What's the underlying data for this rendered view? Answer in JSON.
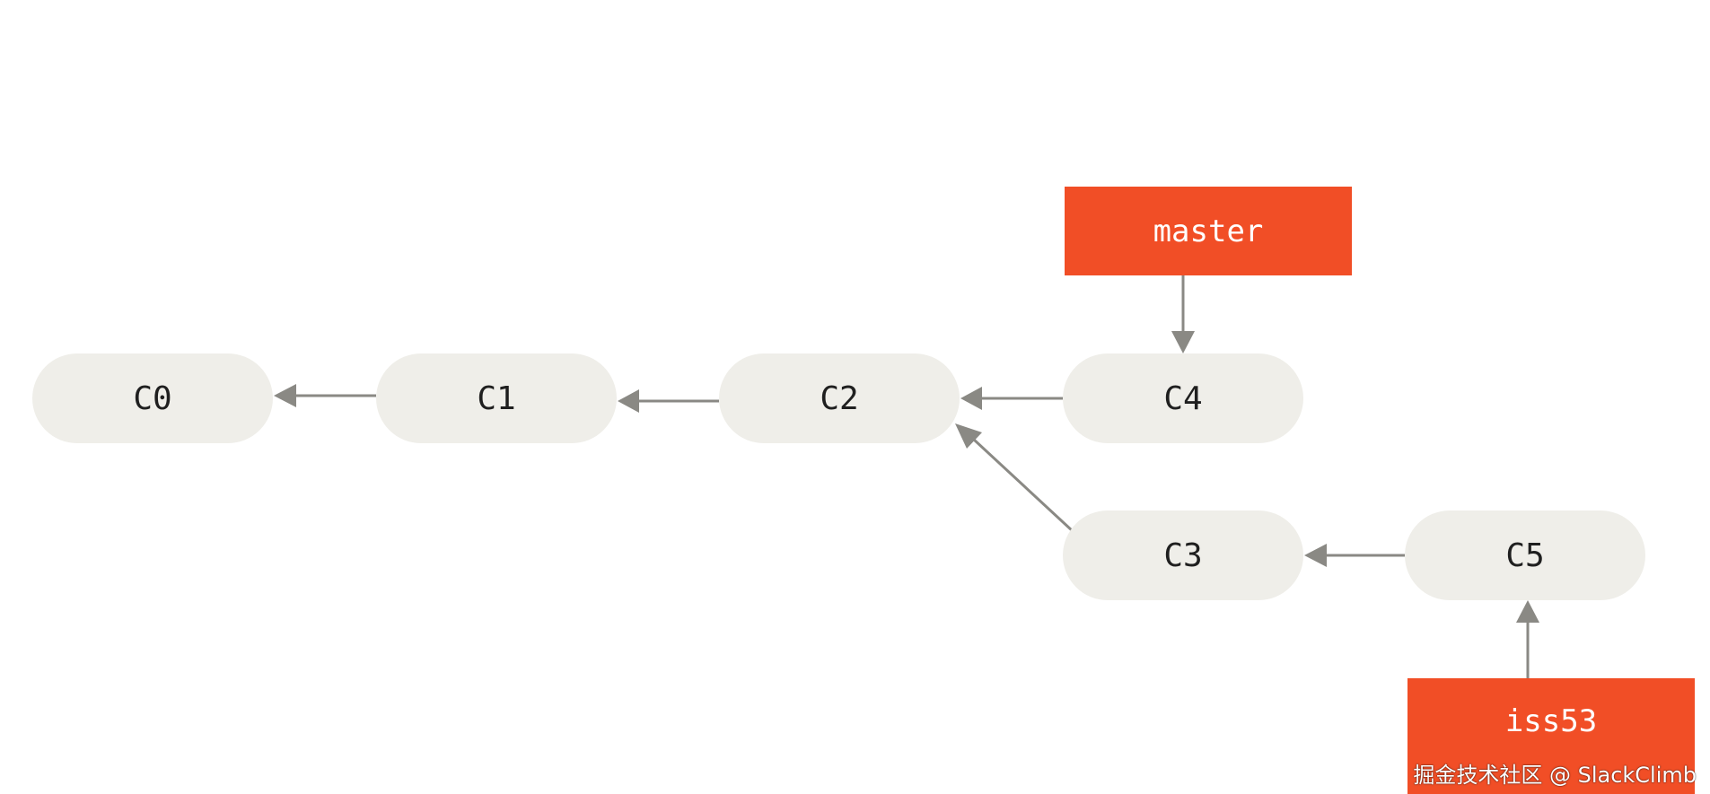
{
  "commits": [
    {
      "id": "c0",
      "label": "C0"
    },
    {
      "id": "c1",
      "label": "C1"
    },
    {
      "id": "c2",
      "label": "C2"
    },
    {
      "id": "c4",
      "label": "C4"
    },
    {
      "id": "c3",
      "label": "C3"
    },
    {
      "id": "c5",
      "label": "C5"
    }
  ],
  "branches": [
    {
      "id": "master",
      "label": "master",
      "points_to": "C4"
    },
    {
      "id": "iss53",
      "label": "iss53",
      "points_to": "C5"
    }
  ],
  "edges": [
    {
      "from": "C1",
      "to": "C0"
    },
    {
      "from": "C2",
      "to": "C1"
    },
    {
      "from": "C4",
      "to": "C2"
    },
    {
      "from": "C3",
      "to": "C2"
    },
    {
      "from": "C5",
      "to": "C3"
    }
  ],
  "watermark": "掘金技术社区 @ SlackClimb",
  "colors": {
    "commit_fill": "#efeee9",
    "branch_fill": "#f14e26",
    "arrow": "#8a8984",
    "commit_text": "#1f1f1f",
    "branch_text": "#ffffff"
  }
}
